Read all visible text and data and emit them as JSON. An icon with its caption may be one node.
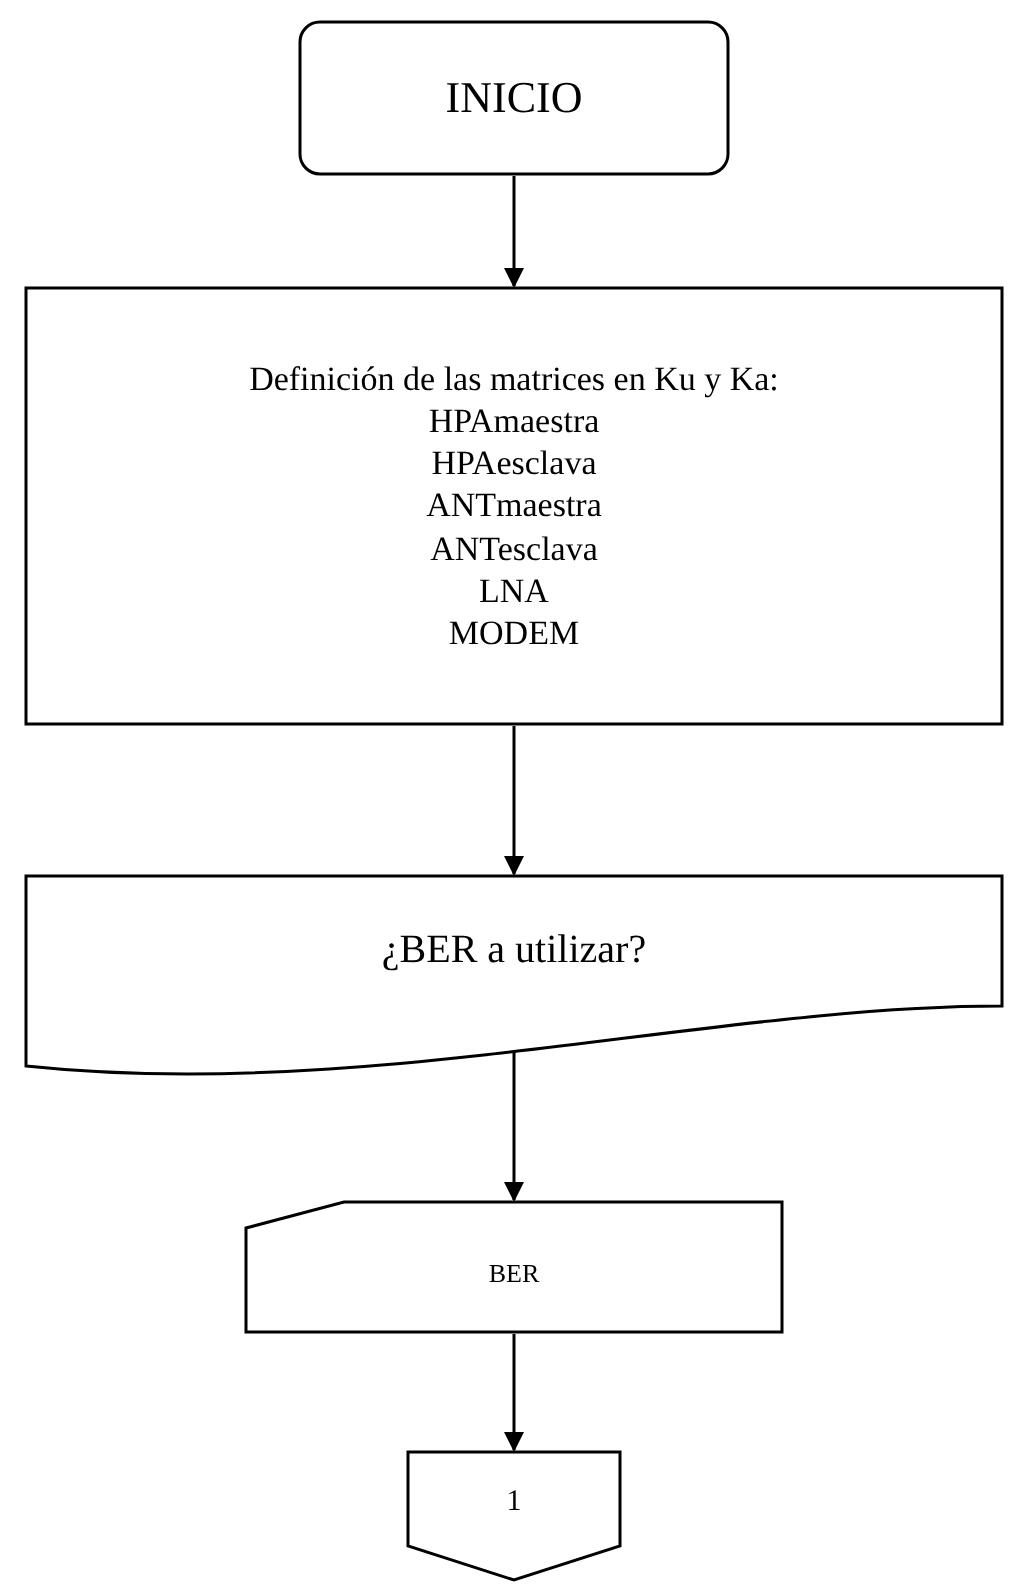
{
  "diagram": {
    "nodes": [
      {
        "text": [
          "INICIO"
        ]
      },
      {
        "text": [
          "Definición de las matrices en Ku y Ka:",
          "HPAmaestra",
          "HPAesclava",
          "ANTmaestra",
          "ANTesclava",
          "LNA",
          "MODEM"
        ]
      },
      {
        "text": [
          "¿BER a utilizar?"
        ]
      },
      {
        "text": [
          "BER"
        ]
      },
      {
        "text": [
          "1"
        ]
      }
    ],
    "edges": [
      {
        "from": 0,
        "to": 1,
        "arrow": "to"
      },
      {
        "from": 1,
        "to": 2,
        "arrow": "to"
      },
      {
        "from": 2,
        "to": 3,
        "arrow": "to"
      },
      {
        "from": 3,
        "to": 4,
        "arrow": "to"
      }
    ]
  }
}
